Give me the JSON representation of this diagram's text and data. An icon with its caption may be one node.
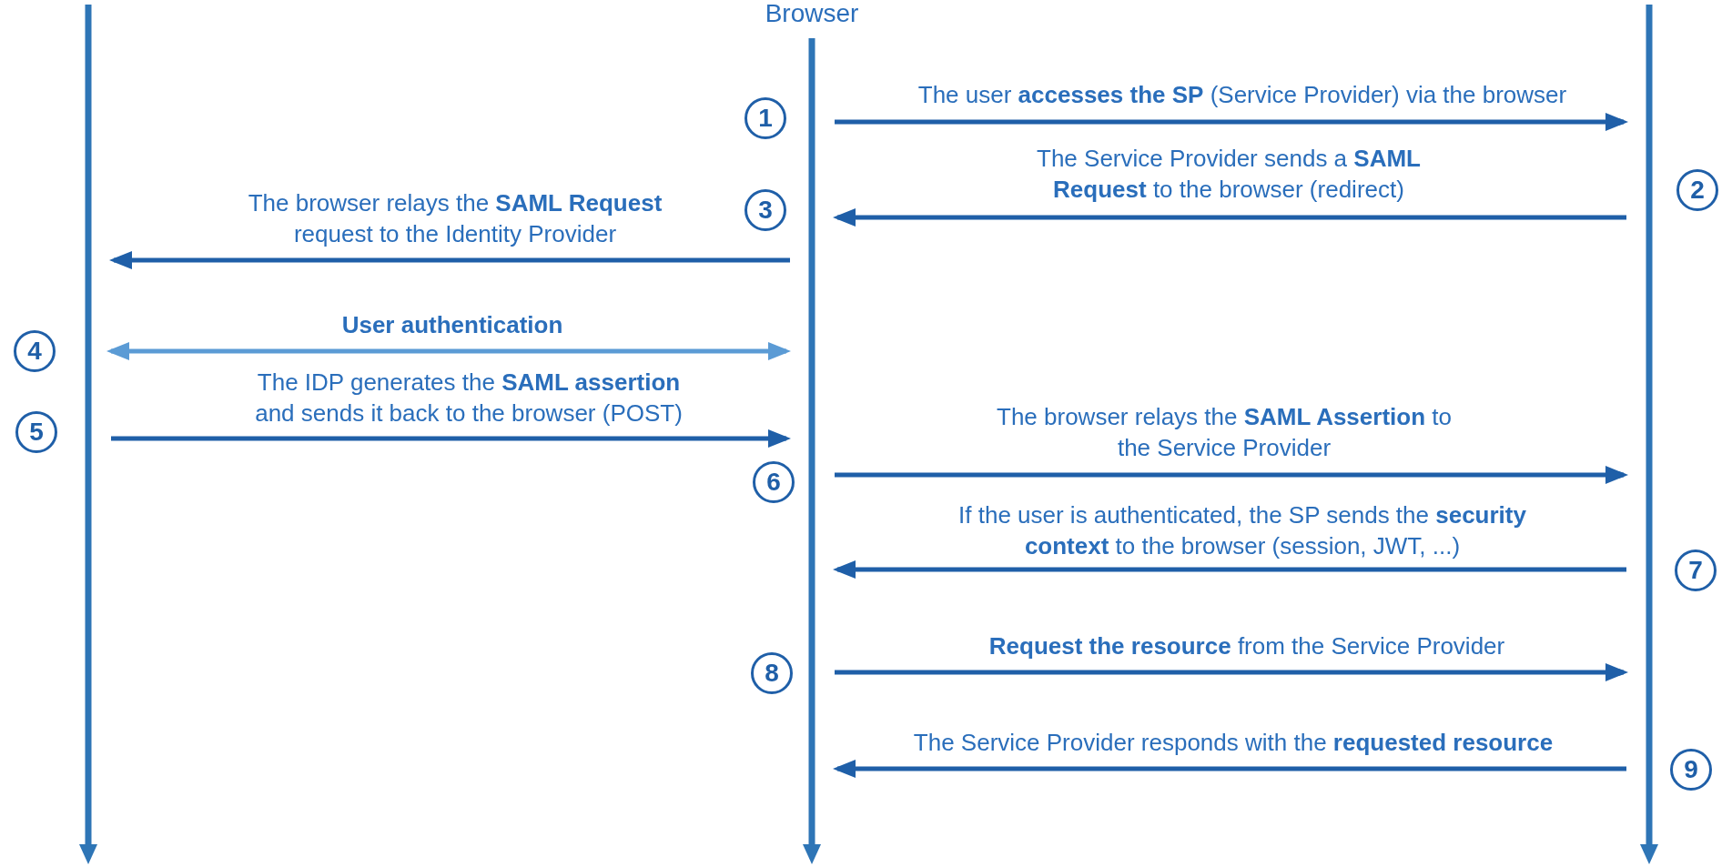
{
  "diagram": {
    "nodes": [
      {
        "text": [],
        "shape": "bar"
      },
      {
        "text": [
          "Browser"
        ]
      },
      {
        "text": [],
        "shape": "bar"
      }
    ],
    "edges": [
      {
        "from": 1,
        "to": 2,
        "arrow": "to",
        "label": "The user **accesses the SP** (Service Provider) via the browser"
      },
      {
        "from": 2,
        "to": 1,
        "arrow": "to",
        "label": "The Service Provider sends a **SAML Request** to the browser (redirect)"
      },
      {
        "from": 1,
        "to": 0,
        "arrow": "to",
        "label": "The browser relays the **SAML Request** request to the Identity Provider"
      },
      {
        "from": 0,
        "to": 1,
        "arrow": "both",
        "label": "User authentication",
        "color": "#5b9bd5"
      },
      {
        "from": 0,
        "to": 1,
        "arrow": "to",
        "label": "The IDP generates the **SAML assertion** and sends it back to the browser (POST)"
      },
      {
        "from": 1,
        "to": 2,
        "arrow": "to",
        "label": "The browser relays the **SAML Assertion** to the Service Provider"
      },
      {
        "from": 2,
        "to": 1,
        "arrow": "to",
        "label": "If the user is authenticated, the SP sends the **security context** to the browser (session, JWT, ...)"
      },
      {
        "from": 1,
        "to": 2,
        "arrow": "to",
        "label": "**Request the resource** from the Service Provider"
      },
      {
        "from": 2,
        "to": 1,
        "arrow": "to",
        "label": "The Service Provider responds with the **requested resource**"
      }
    ],
    "labels": [
      "1",
      "2",
      "3",
      "4",
      "5",
      "6",
      "7",
      "8",
      "9"
    ]
  }
}
